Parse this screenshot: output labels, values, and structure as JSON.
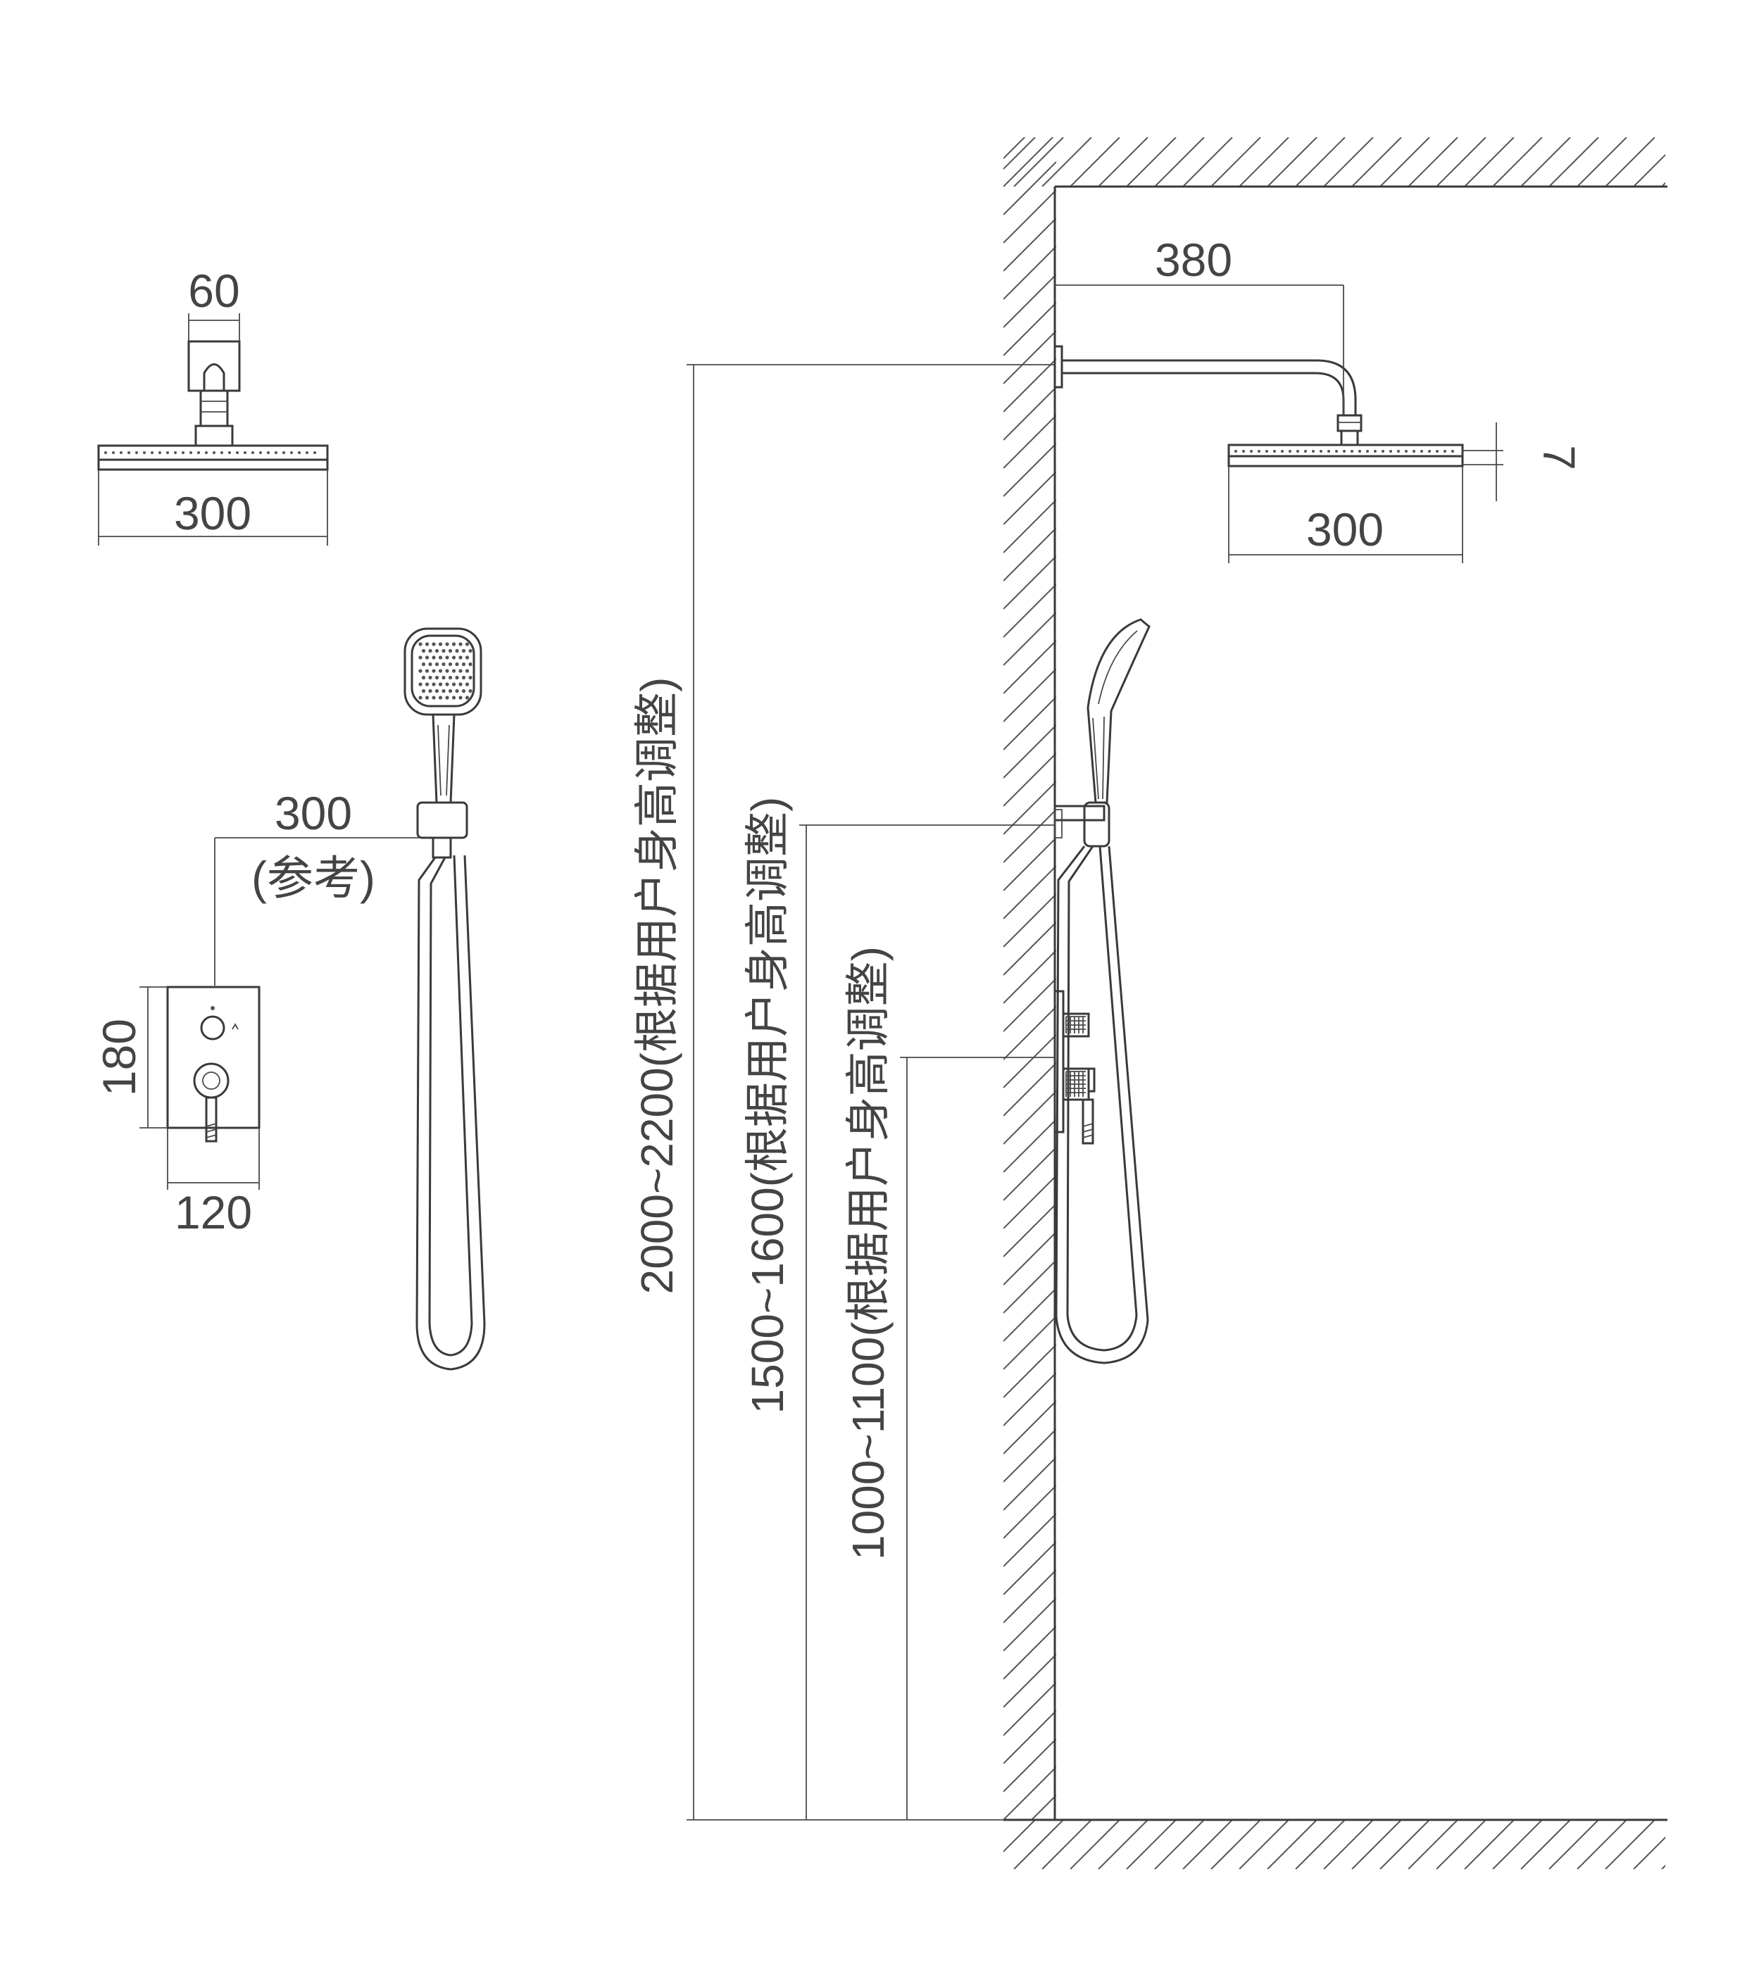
{
  "front_view": {
    "arm_width": "60",
    "head_width": "300",
    "holder_offset": "300",
    "holder_offset_note": "(参考)",
    "valve_height": "180",
    "valve_width": "120"
  },
  "side_view": {
    "arm_projection": "380",
    "head_width": "300",
    "head_thickness": "7",
    "height_head": "2000~2200(根据用户身高调整)",
    "height_holder": "1500~1600(根据用户身高调整)",
    "height_valve": "1000~1100(根据用户身高调整)"
  },
  "colors": {
    "line": "#3a3a3a",
    "text": "#444444",
    "background": "#ffffff"
  }
}
